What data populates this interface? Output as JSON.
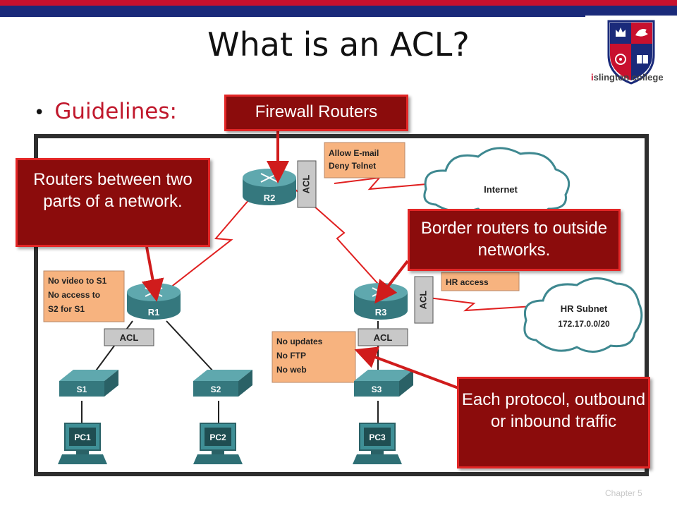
{
  "slide": {
    "title": "What is an ACL?",
    "bullet": "Guidelines:",
    "footer": "Chapter 5",
    "logo_text_mark": "i",
    "logo_text_rest": "slington college"
  },
  "callouts": {
    "firewall": "Firewall Routers",
    "internal": "Routers between two parts of a network.",
    "border": "Border routers to outside networks.",
    "protocol": "Each protocol, outbound or inbound traffic"
  },
  "diagram": {
    "routers": {
      "r1": "R1",
      "r2": "R2",
      "r3": "R3"
    },
    "switches": {
      "s1": "S1",
      "s2": "S2",
      "s3": "S3"
    },
    "pcs": {
      "pc1": "PC1",
      "pc2": "PC2",
      "pc3": "PC3"
    },
    "acl_label": "ACL",
    "clouds": {
      "internet": "Internet",
      "hr_title": "HR Subnet",
      "hr_address": "172.17.0.0/20"
    },
    "notes": {
      "r2_line1": "Allow E-mail",
      "r2_line2": "Deny Telnet",
      "r1_line1": "No video to S1",
      "r1_line2": "No access to",
      "r1_line3": "S2 for S1",
      "r3": "HR access",
      "s3_line1": "No updates",
      "s3_line2": "No FTP",
      "s3_line3": "No web"
    }
  },
  "colors": {
    "accent_red": "#c0182c",
    "callout_fill": "#8b0c0c",
    "note_fill": "#f7b37f",
    "router_teal": "#3f8f96",
    "brand_blue": "#1a2a7a"
  }
}
